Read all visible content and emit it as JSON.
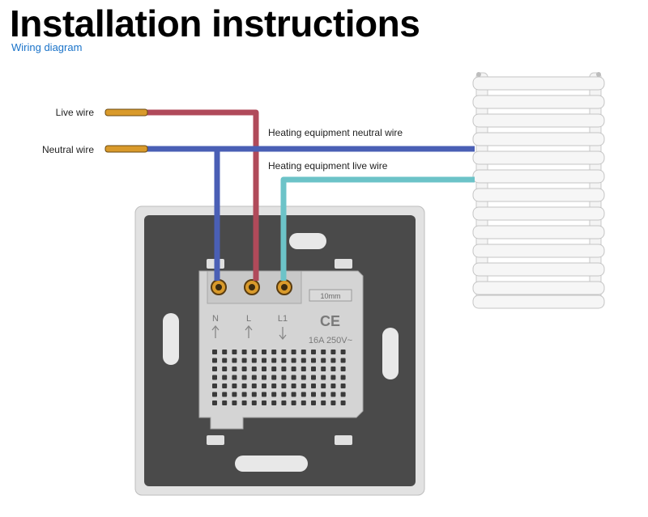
{
  "header": {
    "title": "Installation instructions",
    "subtitle": "Wiring diagram"
  },
  "wires": {
    "live": {
      "label": "Live wire",
      "color": "#b04a5a"
    },
    "neutral": {
      "label": "Neutral wire",
      "color": "#4a5fb5"
    },
    "heating_neutral": {
      "label": "Heating equipment neutral wire",
      "color": "#4a5fb5"
    },
    "heating_live": {
      "label": "Heating equipment live wire",
      "color": "#6cc3c8"
    }
  },
  "module": {
    "terminals": [
      "N",
      "L",
      "L1"
    ],
    "strip_length_label": "10mm",
    "ce_mark": "CE",
    "rating": "16A 250V~"
  },
  "colors": {
    "plate": "#4a4a4a",
    "plate_frame": "#d8d8d8",
    "module": "#d2d2d2",
    "radiator": "#f2f2f2",
    "copper": "#d99a2b"
  }
}
